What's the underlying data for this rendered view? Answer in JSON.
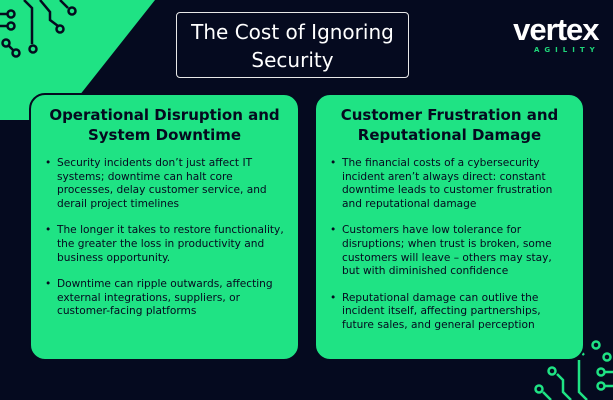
{
  "title": "The Cost of Ignoring Security",
  "logo": {
    "word": "vertex",
    "tagline": "AGILITY"
  },
  "colors": {
    "green": "#1fe384",
    "navy": "#050a1f"
  },
  "cards": [
    {
      "heading": "Operational Disruption and System Downtime",
      "bullets": [
        "Security incidents don’t just affect IT systems; downtime can halt core processes, delay customer service, and derail project timelines",
        "The longer it takes to restore functionality, the greater the loss in productivity and business opportunity.",
        "Downtime can ripple outwards, affecting external integrations, suppliers, or customer-facing platforms"
      ]
    },
    {
      "heading": "Customer Frustration and Reputational Damage",
      "bullets": [
        "The financial costs of a cybersecurity incident aren’t always direct: constant downtime leads to customer frustration and reputational damage",
        "Customers have low tolerance for disruptions; when trust is broken, some customers will leave – others may stay, but with diminished confidence",
        "Reputational damage can outlive the incident itself, affecting partnerships, future sales, and general perception"
      ]
    }
  ]
}
